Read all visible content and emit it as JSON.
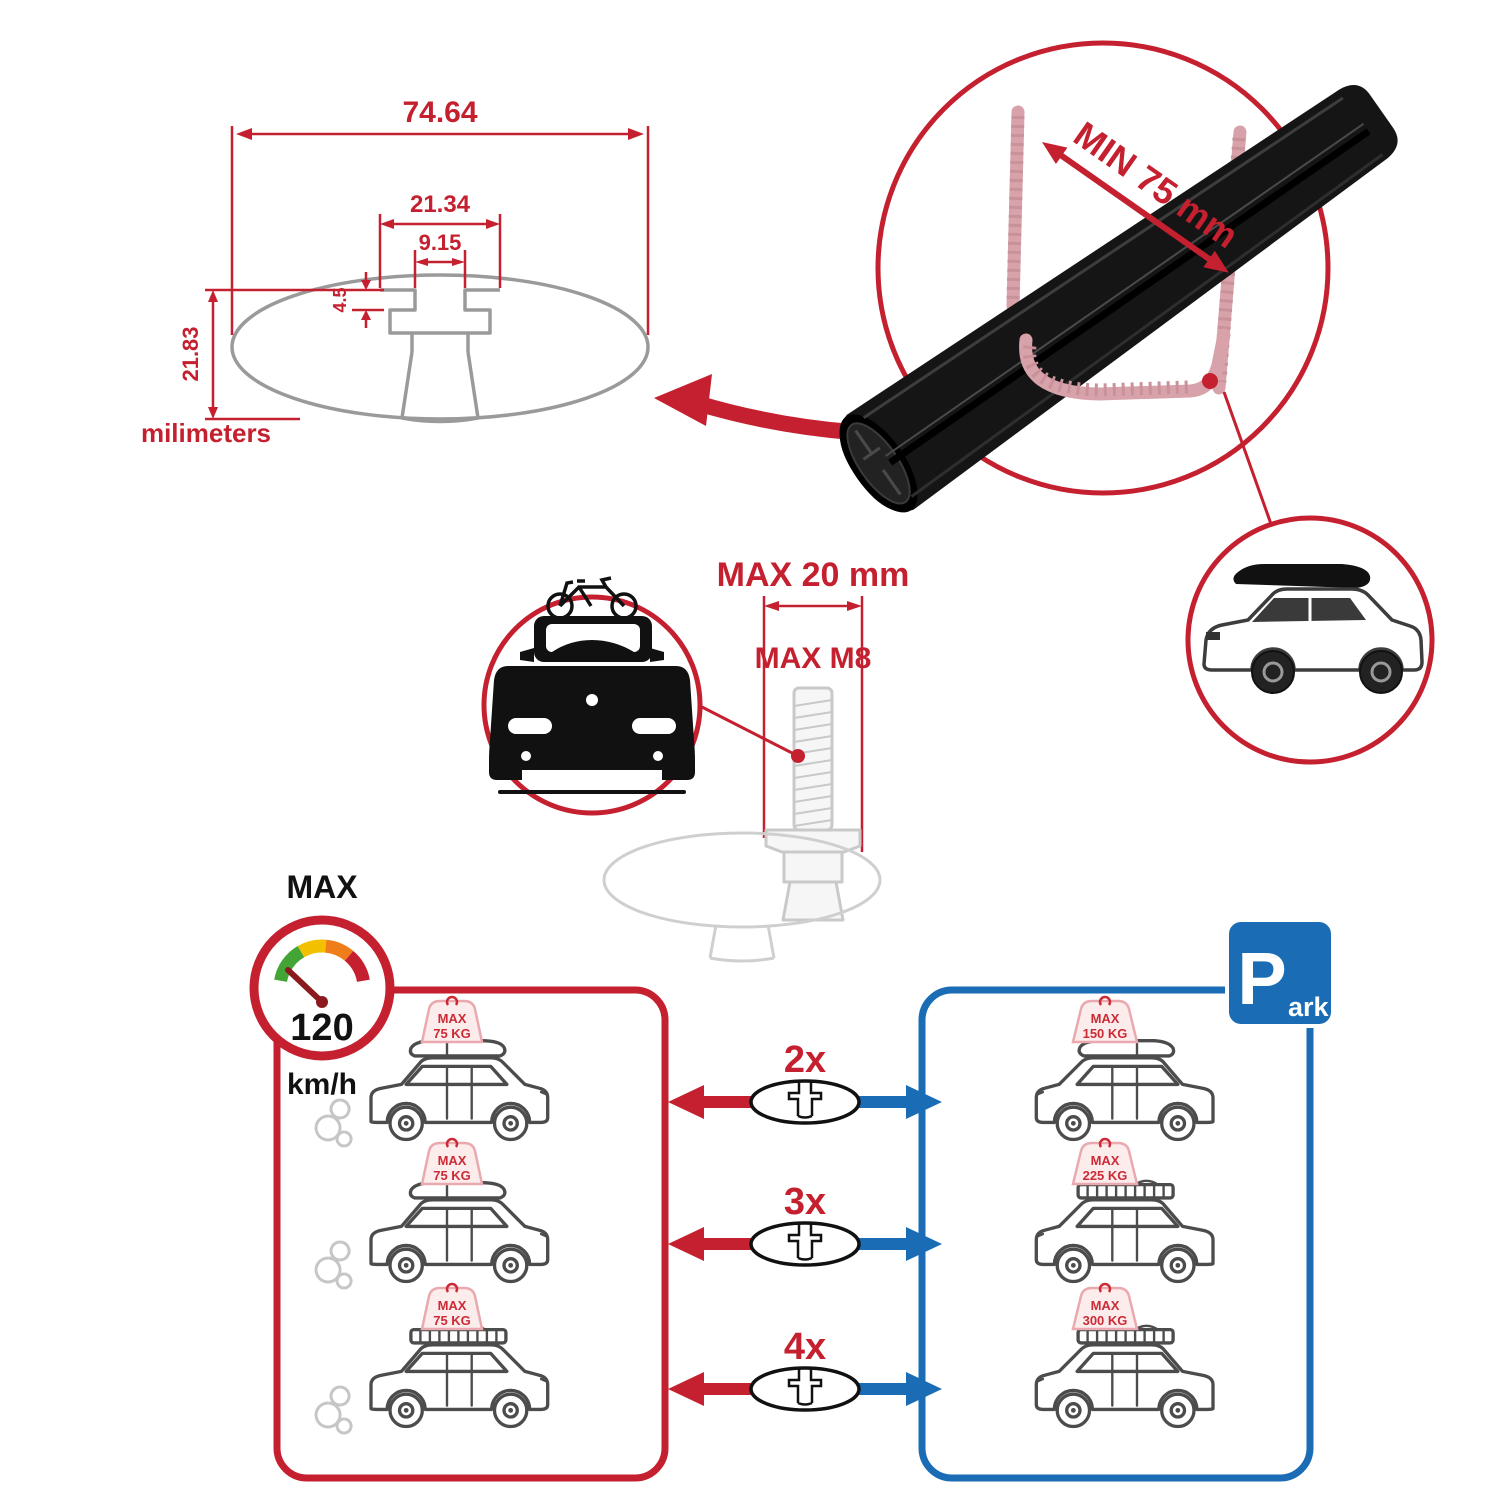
{
  "dims": {
    "total_width": "74.64",
    "outer_width": "21.34",
    "inner_width": "9.15",
    "lip_depth": "4.5",
    "total_height": "21.83",
    "units": "milimeters"
  },
  "bar": {
    "min_span": "MIN 75 mm"
  },
  "bolt": {
    "max_length": "MAX 20 mm",
    "max_thread": "MAX M8"
  },
  "speed": {
    "label": "MAX",
    "value": "120",
    "unit": "km/h"
  },
  "park": {
    "letter": "P",
    "rest": "ark"
  },
  "counts": [
    "2x",
    "3x",
    "4x"
  ],
  "fast": {
    "cars": [
      {
        "label": "MAX",
        "value": "75 KG"
      },
      {
        "label": "MAX",
        "value": "75 KG"
      },
      {
        "label": "MAX",
        "value": "75 KG"
      }
    ]
  },
  "park_panel": {
    "cars": [
      {
        "label": "MAX",
        "value": "150 KG"
      },
      {
        "label": "MAX",
        "value": "225 KG"
      },
      {
        "label": "MAX",
        "value": "300 KG"
      }
    ]
  },
  "colors": {
    "red": "#c5202f",
    "blue": "#1a6db4",
    "badge_red": "#cc2b36"
  }
}
